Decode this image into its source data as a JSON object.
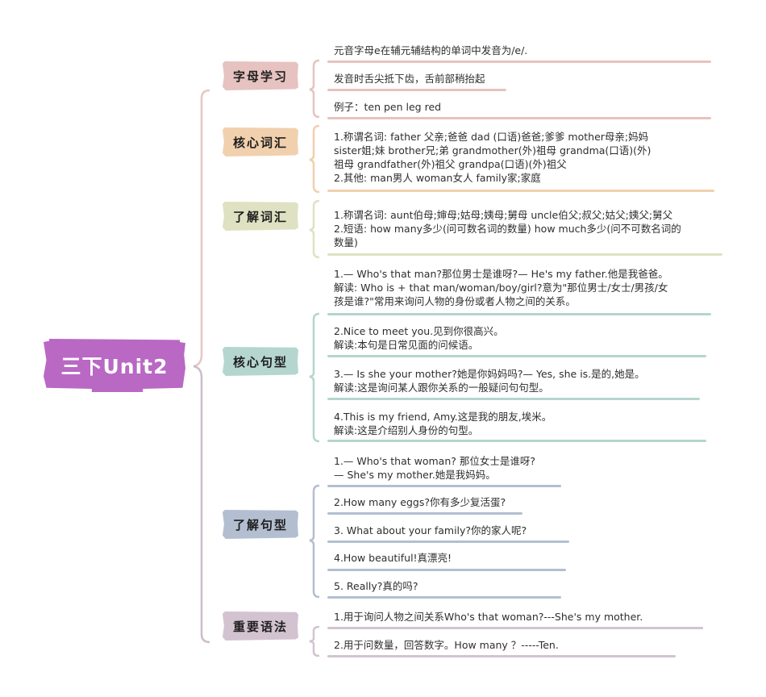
{
  "root": {
    "label": "三下Unit2",
    "color": "#b968c4"
  },
  "branches": [
    {
      "label": "字母学习",
      "color": "#e6c3c0",
      "items": [
        "元音字母e在辅元辅结构的单词中发音为/e/.",
        "发音时舌尖抵下齿，舌前部稍抬起",
        "例子：ten  pen  leg  red"
      ]
    },
    {
      "label": "核心词汇",
      "color": "#f1d0ad",
      "items": [
        {
          "lines": [
            "1.称谓名词: father 父亲;爸爸    dad (口语)爸爸;爹爹    mother母亲;妈妈",
            "sister姐;妹    brother兄;弟    grandmother(外)祖母    grandma(口语)(外)",
            "祖母    grandfather(外)祖父    grandpa(口语)(外)祖父",
            "2.其他: man男人    woman女人    family家;家庭"
          ]
        }
      ]
    },
    {
      "label": "了解词汇",
      "color": "#dfe2c2",
      "items": [
        {
          "lines": [
            "1.称谓名词: aunt伯母;婶母;姑母;姨母;舅母    uncle伯父;叔父;姑父;姨父;舅父",
            "2.短语: how many多少(问可数名词的数量)    how much多少(问不可数名词的",
            "数量)"
          ]
        }
      ]
    },
    {
      "label": "核心句型",
      "color": "#b4d6cf",
      "items": [
        {
          "lines": [
            "1.— Who's that man?那位男士是谁呀?— He's my father.他是我爸爸。",
            "解读: Who is + that man/woman/boy/girl?意为\"那位男士/女士/男孩/女",
            "孩是谁?\"常用来询问人物的身份或者人物之间的关系。"
          ]
        },
        {
          "lines": [
            "2.Nice to meet you.见到你很高兴。",
            "解读:本句是日常见面的问候语。"
          ]
        },
        {
          "lines": [
            "3.— Is she your mother?她是你妈妈吗?— Yes, she is.是的,她是。",
            "解读:这是询问某人跟你关系的一般疑问句句型。"
          ]
        },
        {
          "lines": [
            " 4.This is my friend, Amy.这是我的朋友,埃米。",
            "解读:这是介绍别人身份的句型。"
          ]
        }
      ]
    },
    {
      "label": "了解句型",
      "color": "#b3bfd0",
      "items": [
        {
          "lines": [
            "1.— Who's that woman? 那位女士是谁呀?",
            "— She's my mother.她是我妈妈。"
          ]
        },
        {
          "lines": [
            "2.How many eggs?你有多少复活蛋?"
          ]
        },
        {
          "lines": [
            "3. What about your family?你的家人呢?"
          ]
        },
        {
          "lines": [
            "4.How beautiful!真漂亮!"
          ]
        },
        {
          "lines": [
            "5. Really?真的吗?"
          ]
        }
      ]
    },
    {
      "label": "重要语法",
      "color": "#d3c3d1",
      "items": [
        {
          "lines": [
            "1.用于询问人物之间关系Who's that woman?---She's my mother."
          ]
        },
        {
          "lines": [
            "2.用于问数量，回答数字。How many ？-----Ten."
          ]
        }
      ]
    }
  ]
}
